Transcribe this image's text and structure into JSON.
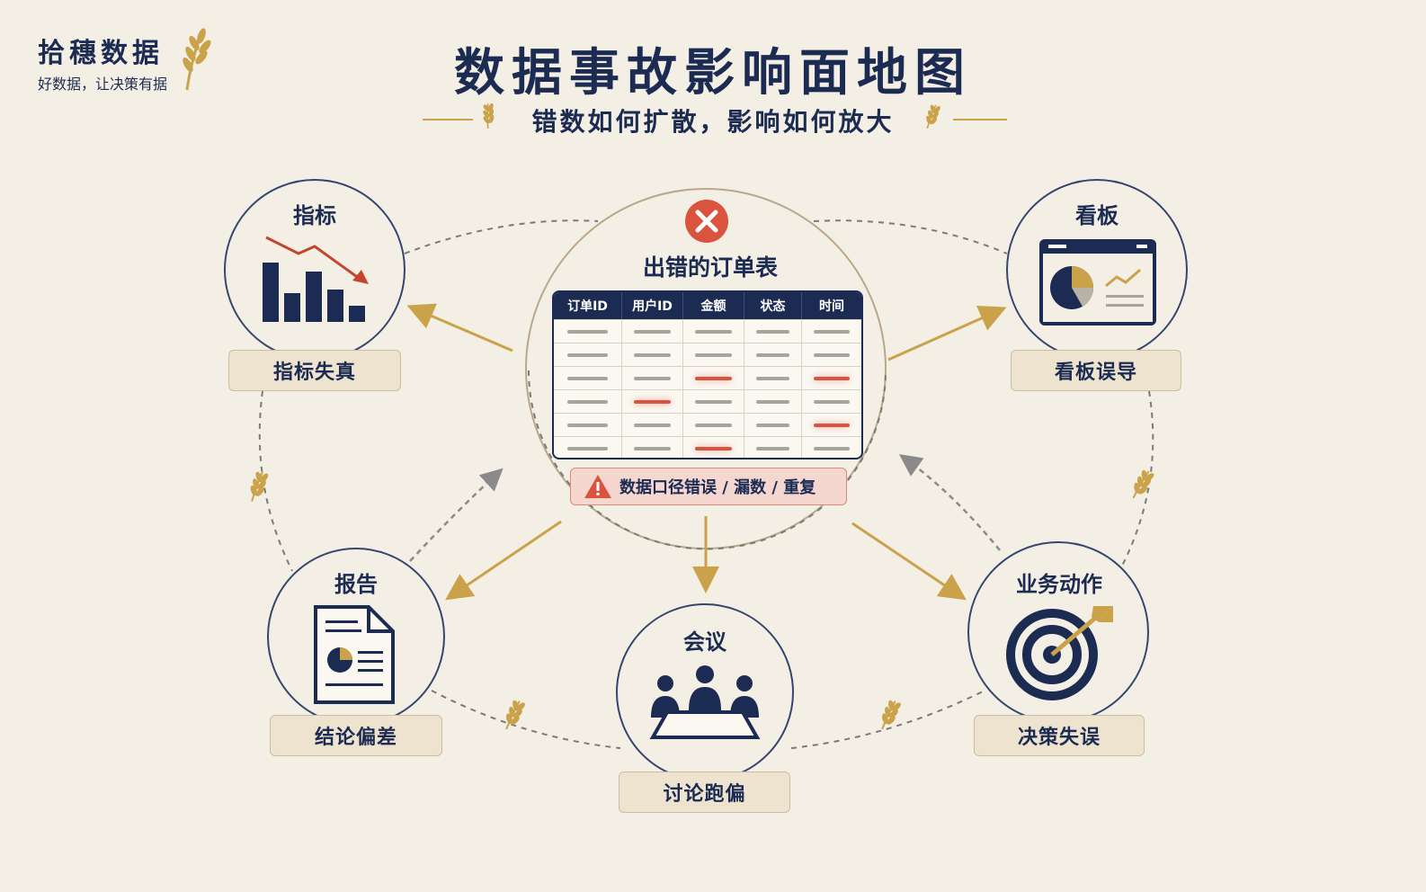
{
  "brand": {
    "name": "拾穗数据",
    "tagline": "好数据，让决策有据",
    "icon": "wheat-icon"
  },
  "title": "数据事故影响面地图",
  "subtitle": "错数如何扩散，影响如何放大",
  "center": {
    "title": "出错的订单表",
    "status_icon": "error-x-icon",
    "table_headers": [
      "订单ID",
      "用户ID",
      "金额",
      "状态",
      "时间"
    ],
    "warning": "数据口径错误 / 漏数 / 重复",
    "warning_icon": "warning-triangle-icon"
  },
  "nodes": {
    "metrics": {
      "title": "指标",
      "label": "指标失真",
      "icon": "declining-bar-chart-icon"
    },
    "dashboard": {
      "title": "看板",
      "label": "看板误导",
      "icon": "dashboard-icon"
    },
    "report": {
      "title": "报告",
      "label": "结论偏差",
      "icon": "report-document-icon"
    },
    "meeting": {
      "title": "会议",
      "label": "讨论跑偏",
      "icon": "meeting-people-icon"
    },
    "action": {
      "title": "业务动作",
      "label": "决策失误",
      "icon": "target-arrow-icon"
    }
  },
  "colors": {
    "navy": "#1b2b52",
    "gold": "#c9a24a",
    "error": "#d9533f",
    "background": "#f4efe5"
  }
}
